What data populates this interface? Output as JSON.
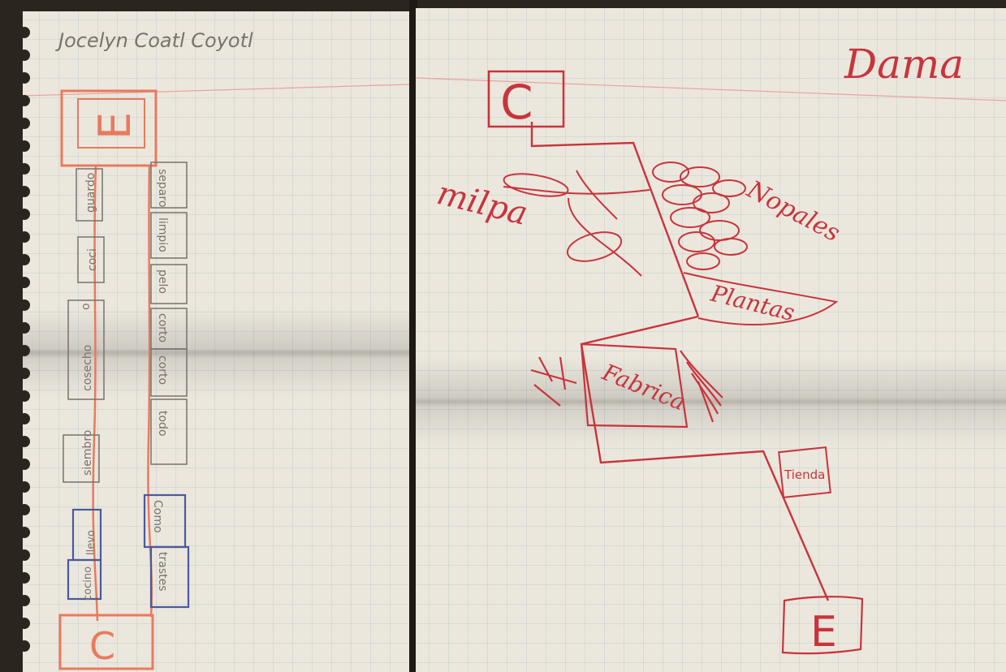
{
  "left_sheet": {
    "author_name": "Jocelyn Coatl Coyotl",
    "top_box_letter": "E",
    "bottom_box_letter": "C",
    "left_column_labels": [
      "guardo",
      "coci",
      "o",
      "cosecho",
      "siembro",
      "llevo",
      "cocino"
    ],
    "right_column_labels": [
      "separo",
      "limpio",
      "pelo",
      "corto",
      "corto",
      "todo",
      "Como",
      "trastes"
    ]
  },
  "right_sheet": {
    "title": "Dama",
    "start_box_letter": "C",
    "end_box_letter": "E",
    "labels": {
      "milpa": "milpa",
      "nopales": "Nopales",
      "plantas": "Plantas",
      "fabrica": "Fabrica",
      "tienda": "Tienda"
    }
  },
  "colors": {
    "paper": "#ebe7dd",
    "grid": "#b6c3cc",
    "red_ink": "#c8343c",
    "orange_ink": "#e87a5e",
    "pencil": "#77736c",
    "blue_pencil": "#4a5a9a",
    "background": "#2b2520"
  }
}
